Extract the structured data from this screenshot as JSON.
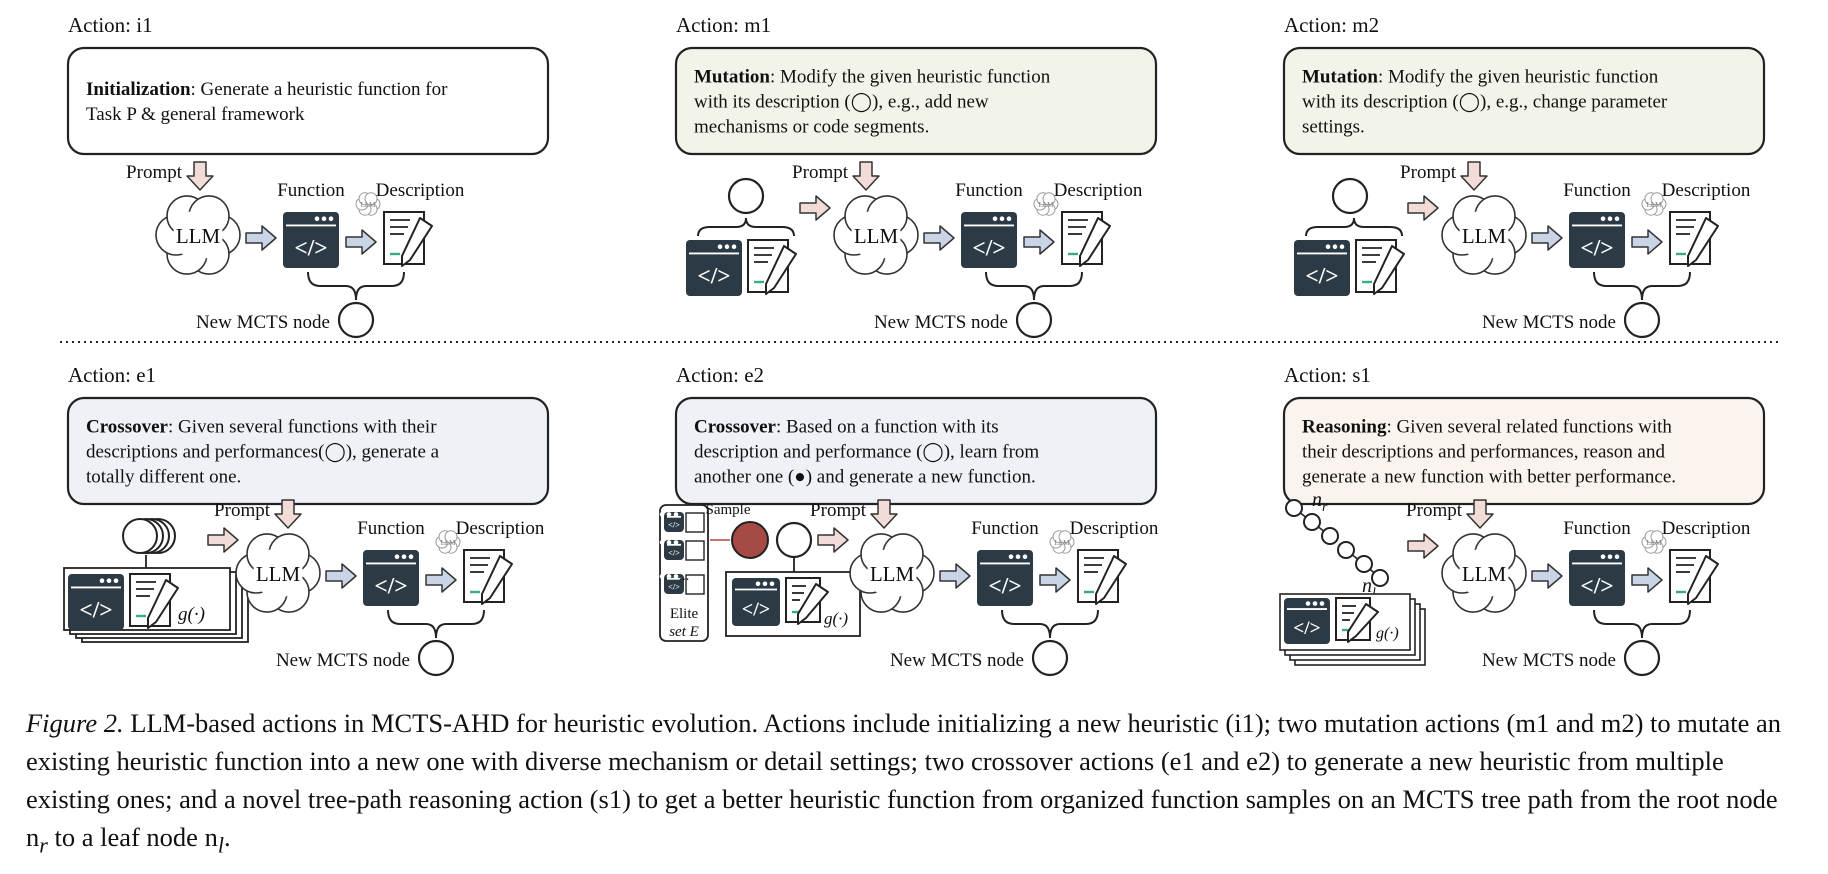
{
  "panels": [
    {
      "id": "i1",
      "action": "Action: i1",
      "bold": "Initialization",
      "lines": [
        ": Generate a heuristic function for",
        "Task P & general framework"
      ],
      "fill": "#ffffff"
    },
    {
      "id": "m1",
      "action": "Action: m1",
      "bold": "Mutation",
      "lines": [
        ": Modify the given heuristic function",
        "with its description (◯), e.g., add new",
        "mechanisms or code segments."
      ],
      "fill": "#f3f4e9"
    },
    {
      "id": "m2",
      "action": "Action: m2",
      "bold": "Mutation",
      "lines": [
        ": Modify the given heuristic function",
        "with its description (◯), e.g., change parameter",
        "settings."
      ],
      "fill": "#f3f4e9"
    },
    {
      "id": "e1",
      "action": "Action: e1",
      "bold": "Crossover",
      "lines": [
        ": Given several functions with their",
        "descriptions and performances(◯), generate a",
        "totally different one."
      ],
      "fill": "#eef1f5"
    },
    {
      "id": "e2",
      "action": "Action: e2",
      "bold": "Crossover",
      "lines": [
        ": Based on a function with its",
        "description and performance (◯), learn from",
        "another one (●) and generate a new function."
      ],
      "fill": "#eef1f5"
    },
    {
      "id": "s1",
      "action": "Action: s1",
      "bold": "Reasoning",
      "lines": [
        ": Given several related functions with",
        "their descriptions and performances, reason and",
        "generate a new function with better performance."
      ],
      "fill": "#fbf4ee"
    }
  ],
  "labels": {
    "prompt": "Prompt",
    "function": "Function",
    "description": "Description",
    "llm": "LLM",
    "small_llm": "LLM",
    "code": "</>",
    "new_node": "New MCTS node",
    "g": "g(·)",
    "sample": "Sample",
    "elite": "Elite",
    "elite_set": "set E",
    "dots": "...",
    "nr": "n",
    "nr_sub": "r",
    "nl": "n",
    "nl_sub": "l"
  },
  "caption": {
    "fig": "Figure 2.",
    "text": " LLM-based actions in MCTS-AHD for heuristic evolution.  Actions include initializing a new heuristic (i1); two mutation actions (m1 and m2) to mutate an existing heuristic function into a new one with diverse mechanism or detail settings; two crossover actions (e1 and e2) to generate a new heuristic from multiple existing ones; and a novel tree-path reasoning action (s1) to get a better heuristic function from organized function samples on an MCTS tree path from the root node n",
    "nr_sub": "r",
    "mid": " to a leaf node n",
    "nl_sub": "l",
    "end": "."
  },
  "colors": {
    "dark_card": "#2b3a44",
    "arrow_blue": "#c9d4e6",
    "arrow_pink": "#f2dcd8",
    "sample_red": "#a64a45",
    "teal": "#3aa88a"
  }
}
